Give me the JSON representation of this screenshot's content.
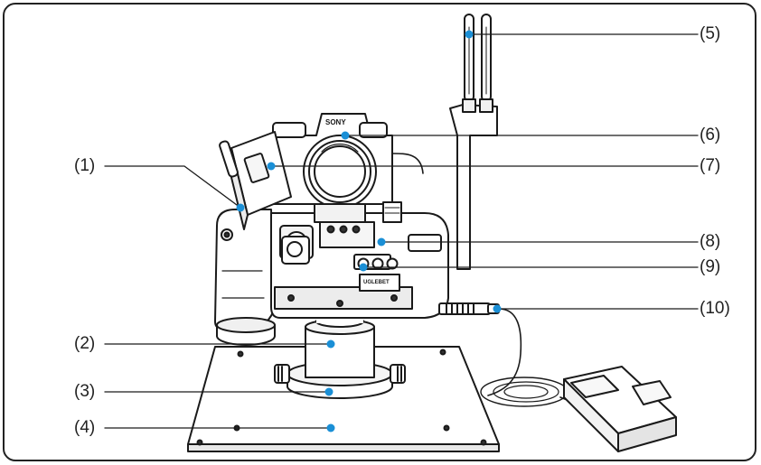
{
  "brand_text": "SONY",
  "controller_text": "UGLEBET",
  "accent_color": "#1a8fd6",
  "labels": {
    "l1": "(1)",
    "l2": "(2)",
    "l3": "(3)",
    "l4": "(4)",
    "l5": "(5)",
    "l6": "(6)",
    "l7": "(7)",
    "l8": "(8)",
    "l9": "(9)",
    "l10": "(10)"
  }
}
